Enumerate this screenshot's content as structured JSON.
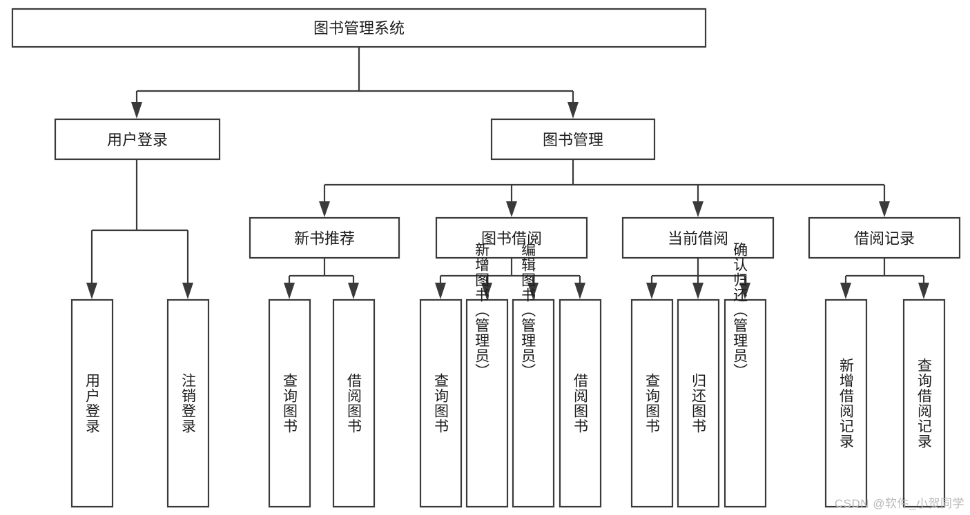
{
  "diagram": {
    "title": "图书管理系统",
    "type": "tree-hierarchy-chart",
    "watermark": "CSDN @软件_小贺同学",
    "colors": {
      "background": "#ffffff",
      "box_stroke": "#3a3a3a",
      "box_fill": "#ffffff",
      "text": "#1b1b1b",
      "watermark": "#b9b9b9"
    },
    "levels": {
      "root": {
        "label": "图书管理系统",
        "orientation": "horizontal"
      },
      "level2": [
        {
          "label": "用户登录",
          "orientation": "horizontal"
        },
        {
          "label": "图书管理",
          "orientation": "horizontal"
        }
      ],
      "level3": [
        {
          "label": "新书推荐",
          "orientation": "horizontal"
        },
        {
          "label": "图书借阅",
          "orientation": "horizontal"
        },
        {
          "label": "当前借阅",
          "orientation": "horizontal"
        },
        {
          "label": "借阅记录",
          "orientation": "horizontal"
        }
      ],
      "leaves": [
        {
          "label": "用户登录",
          "orientation": "vertical",
          "parent": "用户登录"
        },
        {
          "label": "注销登录",
          "orientation": "vertical",
          "parent": "用户登录"
        },
        {
          "label": "查询图书",
          "orientation": "vertical",
          "parent": "新书推荐"
        },
        {
          "label": "借阅图书",
          "orientation": "vertical",
          "parent": "新书推荐"
        },
        {
          "label": "查询图书",
          "orientation": "vertical",
          "parent": "图书借阅"
        },
        {
          "label": "新增图书（管理员）",
          "orientation": "vertical",
          "parent": "图书借阅"
        },
        {
          "label": "编辑图书（管理员）",
          "orientation": "vertical",
          "parent": "图书借阅"
        },
        {
          "label": "借阅图书",
          "orientation": "vertical",
          "parent": "图书借阅"
        },
        {
          "label": "查询图书",
          "orientation": "vertical",
          "parent": "当前借阅"
        },
        {
          "label": "归还图书",
          "orientation": "vertical",
          "parent": "当前借阅"
        },
        {
          "label": "确认归还（管理员）",
          "orientation": "vertical",
          "parent": "当前借阅"
        },
        {
          "label": "新增借阅记录",
          "orientation": "vertical",
          "parent": "借阅记录"
        },
        {
          "label": "查询借阅记录",
          "orientation": "vertical",
          "parent": "借阅记录"
        }
      ]
    }
  }
}
